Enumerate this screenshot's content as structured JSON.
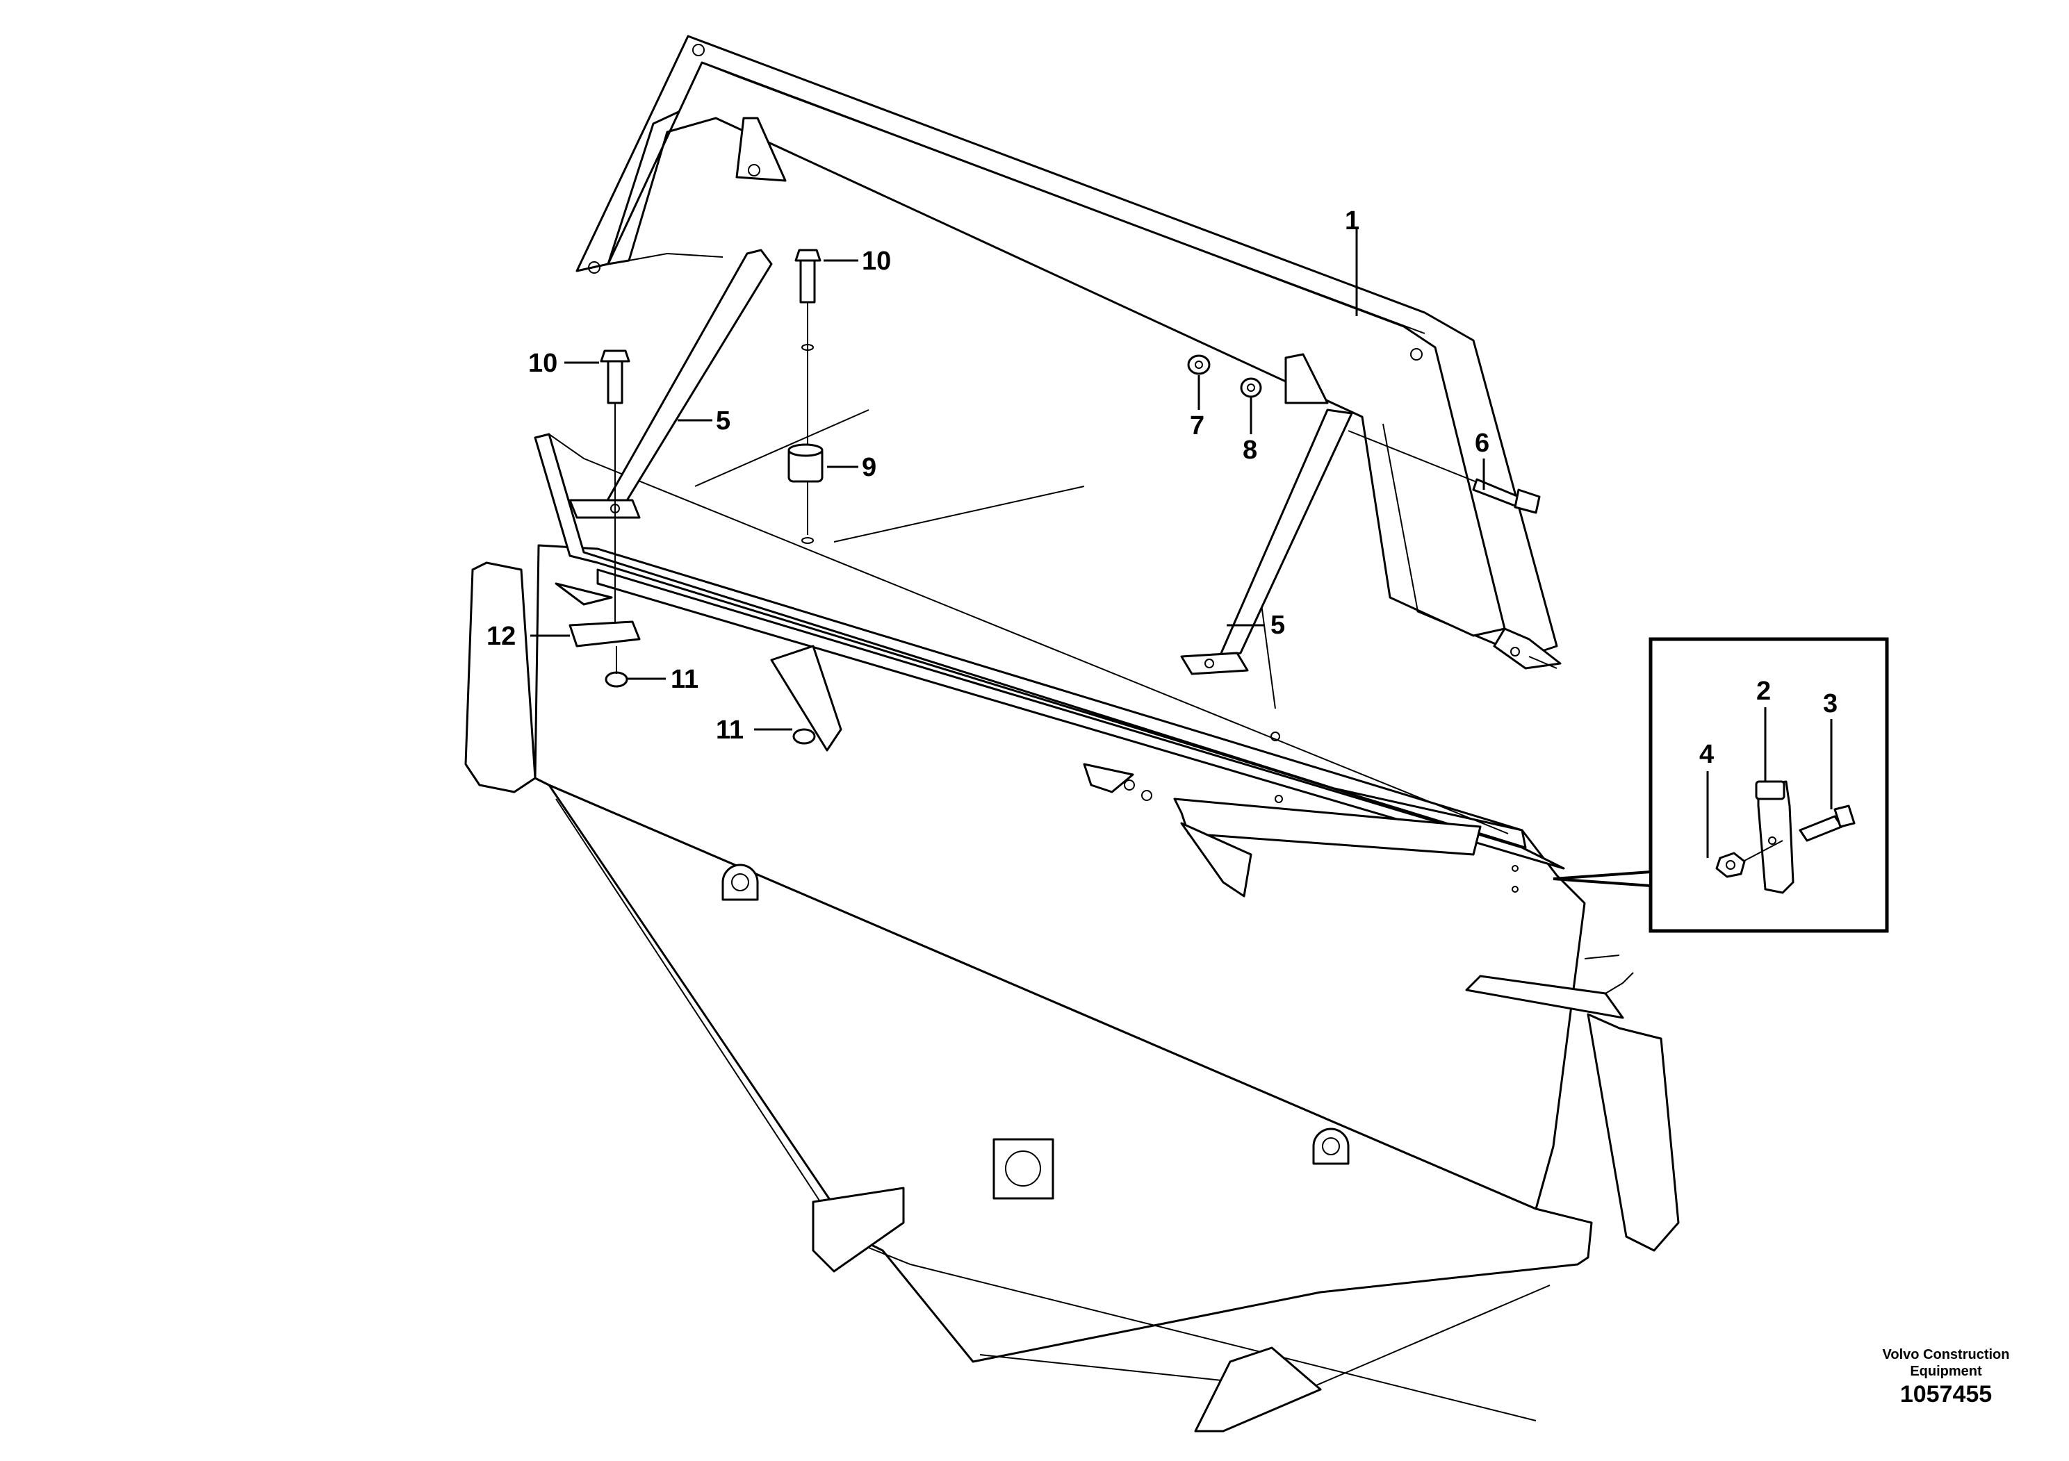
{
  "callouts": {
    "c1": "1",
    "c2": "2",
    "c3": "3",
    "c4": "4",
    "c5a": "5",
    "c5b": "5",
    "c6": "6",
    "c7": "7",
    "c8": "8",
    "c9": "9",
    "c10a": "10",
    "c10b": "10",
    "c11a": "11",
    "c11b": "11",
    "c12": "12"
  },
  "footer": {
    "brand_line1": "Volvo Construction",
    "brand_line2": "Equipment",
    "drawing_number": "1057455"
  }
}
